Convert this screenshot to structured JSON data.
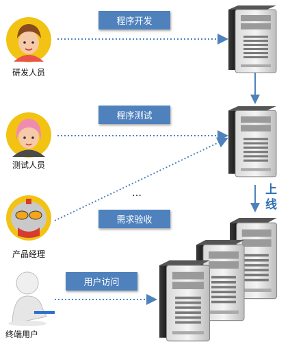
{
  "roles": {
    "developer": "研发人员",
    "tester": "测试人员",
    "product_manager": "产品经理",
    "end_user": "终端用户"
  },
  "actions": {
    "develop": "程序开发",
    "test": "程序测试",
    "acceptance": "需求验收",
    "user_access": "用户访问"
  },
  "ellipsis": "…",
  "deploy": [
    "上",
    "线"
  ],
  "colors": {
    "tag_bg": "#4f81bd",
    "arrow": "#4f81bd",
    "deploy_text": "#2f6fb5"
  }
}
